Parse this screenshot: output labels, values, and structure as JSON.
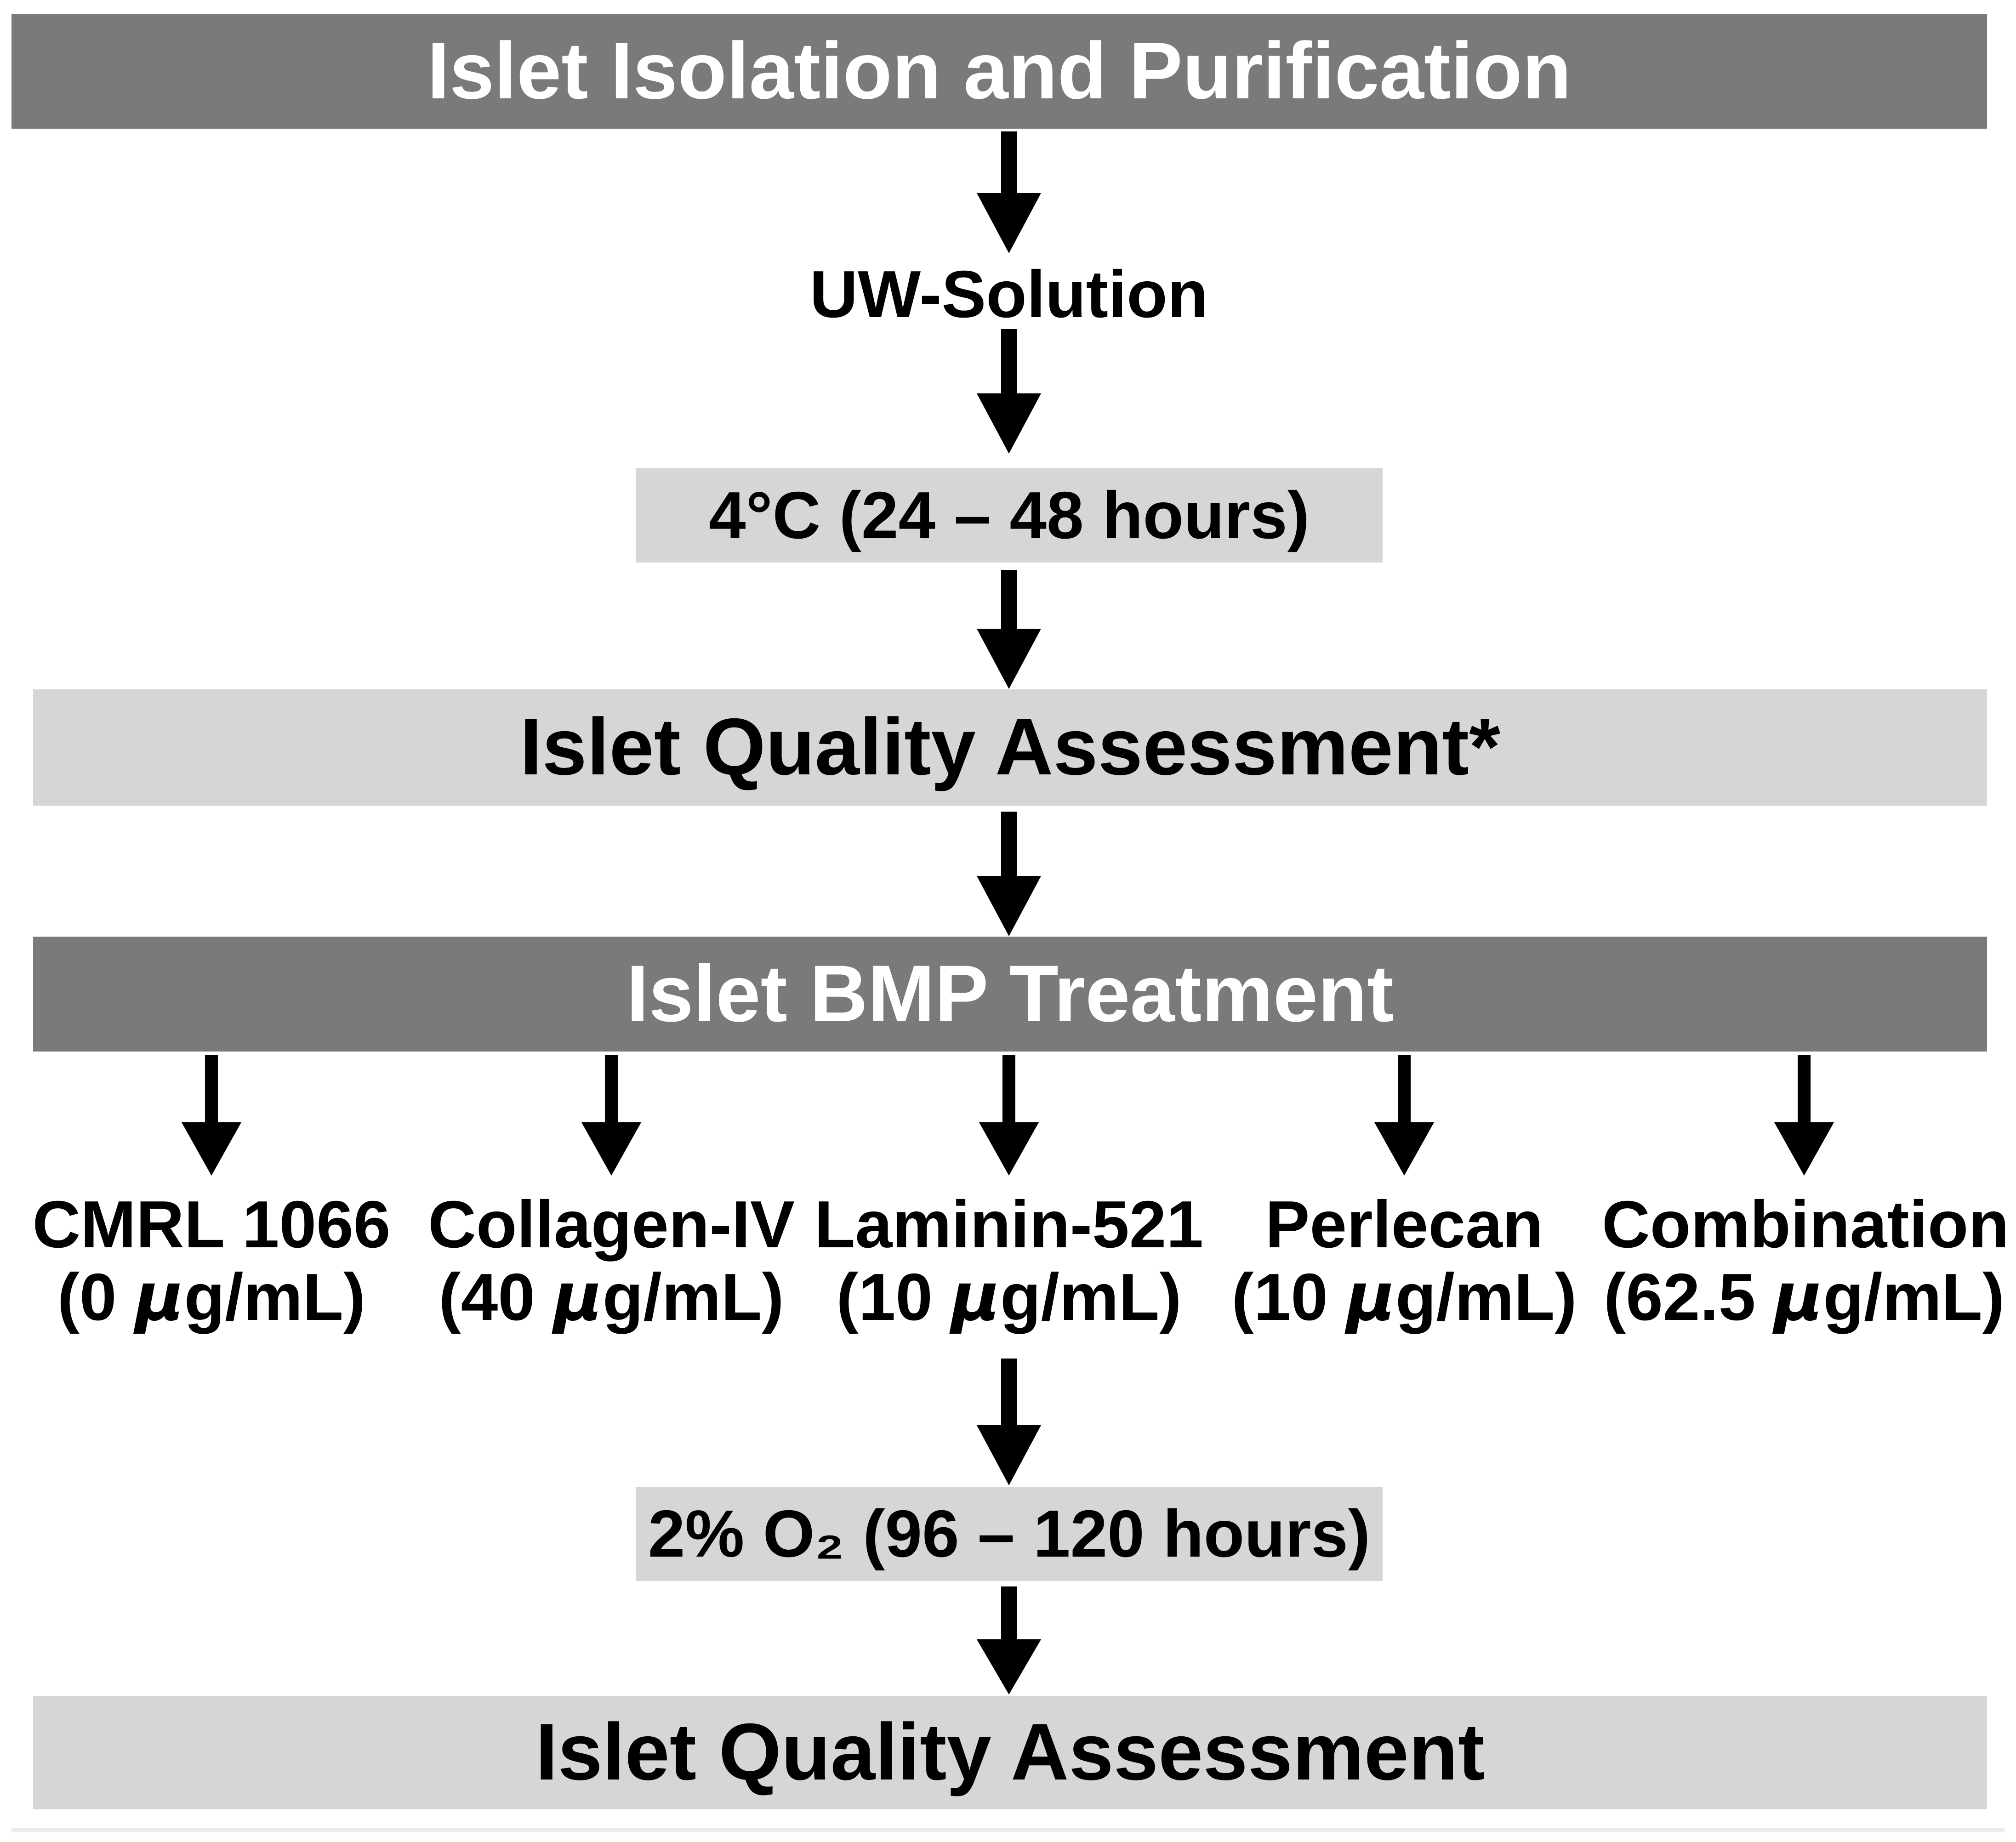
{
  "title": "Islet isolation and BMP treatment workflow diagram",
  "colors": {
    "dark_banner": "#7a7a7a",
    "light_banner": "#d6d6d6",
    "box_fill": "#d6d6d6",
    "arrow": "#000000",
    "text_on_dark": "#ffffff",
    "text": "#000000",
    "bottom_strip": "#ececec"
  },
  "flow": {
    "banner_isolation": "Islet Isolation and Purification",
    "uw_solution": "UW-Solution",
    "cold_storage": "4°C (24 – 48 hours)",
    "qa_initial": "Islet Quality Assessment*",
    "banner_bmp": "Islet BMP Treatment",
    "treatments": [
      {
        "name": "CMRL 1066",
        "dose": "(0 µg/mL)"
      },
      {
        "name": "Collagen-IV",
        "dose": "(40 µg/mL)"
      },
      {
        "name": "Laminin-521",
        "dose": "(10 µg/mL)"
      },
      {
        "name": "Perlecan",
        "dose": "(10 µg/mL)"
      },
      {
        "name": "Combination",
        "dose": "(62.5 µg/mL)"
      }
    ],
    "hypoxia": "2% O₂ (96 – 120 hours)",
    "qa_final": "Islet Quality Assessment"
  }
}
